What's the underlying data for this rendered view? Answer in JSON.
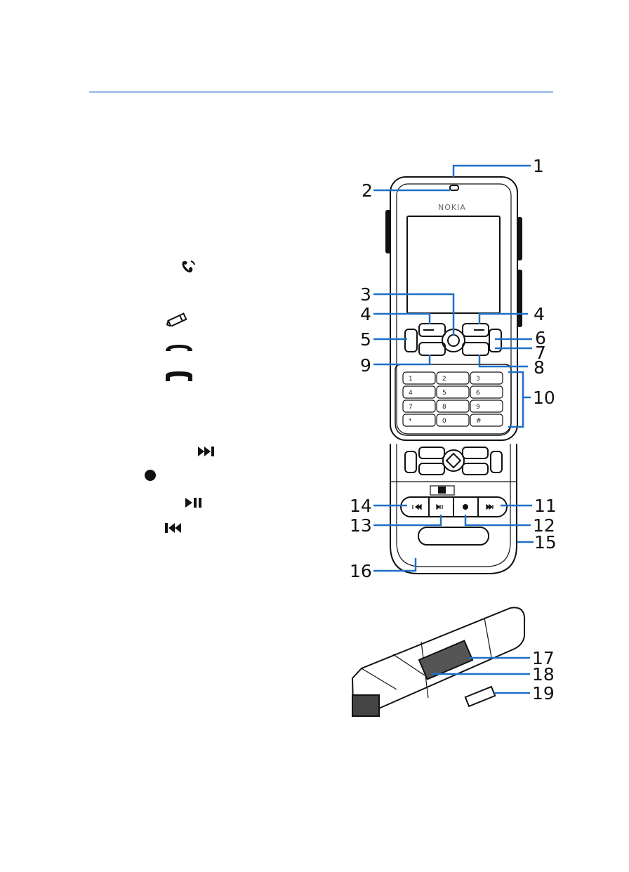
{
  "header": {
    "rule_color": "#8fb8e8"
  },
  "brand": "NOKIA",
  "keypad": {
    "keys": [
      "1",
      "2",
      "3",
      "4",
      "5",
      "6",
      "7",
      "8",
      "9",
      "*",
      "0",
      "#"
    ]
  },
  "callouts": [
    "1",
    "2",
    "3",
    "4",
    "4",
    "5",
    "6",
    "7",
    "8",
    "9",
    "10",
    "11",
    "12",
    "13",
    "14",
    "15",
    "16",
    "17",
    "18",
    "19"
  ],
  "side_icons": [
    "voice-command-icon",
    "edit-pencil-icon",
    "end-call-icon",
    "call-icon",
    "next-track-icon",
    "stop-icon",
    "play-pause-icon",
    "previous-track-icon"
  ],
  "colors": {
    "callout_line": "#1f6fc7",
    "outline": "#111111"
  }
}
